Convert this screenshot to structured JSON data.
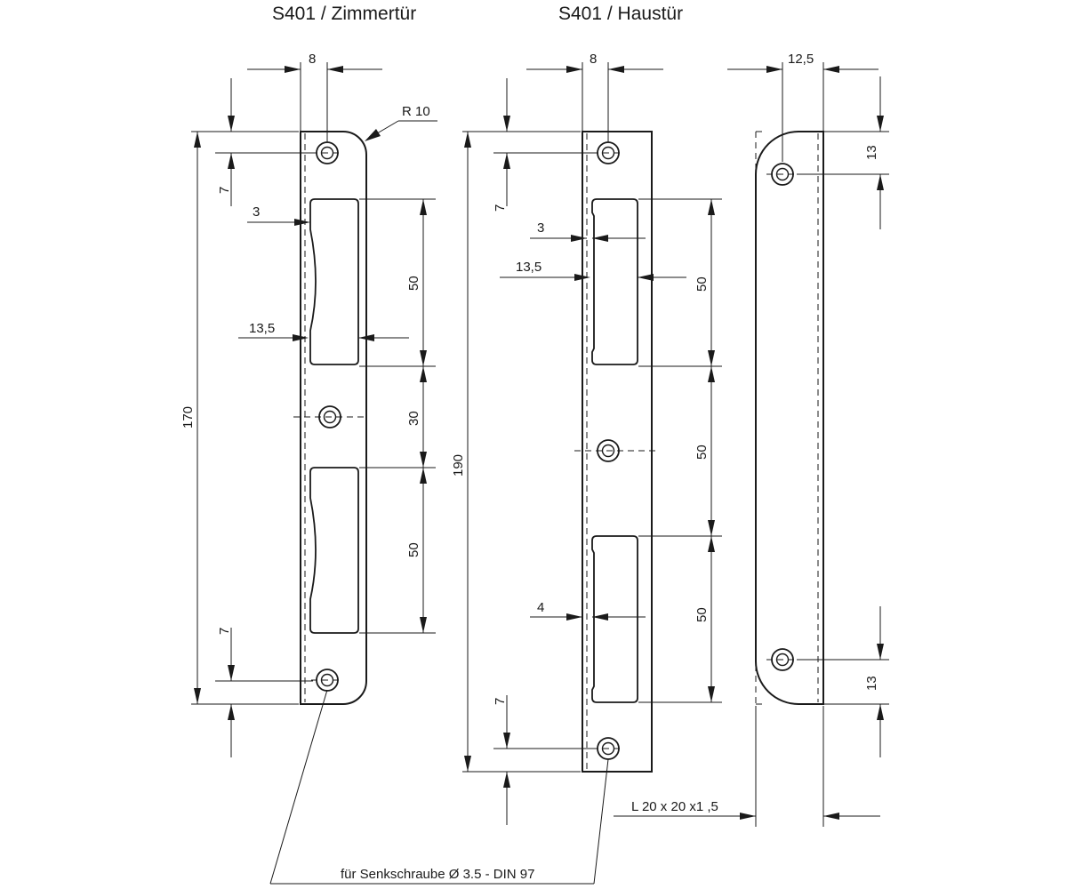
{
  "views": {
    "interior": {
      "title": "S401 / Zimmertür"
    },
    "front": {
      "title": "S401 / Haustür"
    }
  },
  "dimensions": {
    "a_width": "8",
    "a_radius": "R 10",
    "a_edge_top": "7",
    "a_slot_inset": "3",
    "a_slot_depth": "13,5",
    "a_slot_upper": "50",
    "a_gap": "30",
    "a_slot_lower": "50",
    "a_height": "170",
    "a_edge_bottom": "7",
    "b_width": "8",
    "b_edge_top": "7",
    "b_slot_inset": "3",
    "b_slot_depth": "13,5",
    "b_slot_upper": "50",
    "b_gap": "50",
    "b_slot_lower": "50",
    "b_slot_inset_lower": "4",
    "b_height": "190",
    "b_edge_bottom": "7",
    "c_width": "12,5",
    "c_top": "13",
    "c_bottom": "13",
    "c_profile": "L 20 x 20 x1 ,5"
  },
  "note": "für Senkschraube Ø 3.5 - DIN 97"
}
